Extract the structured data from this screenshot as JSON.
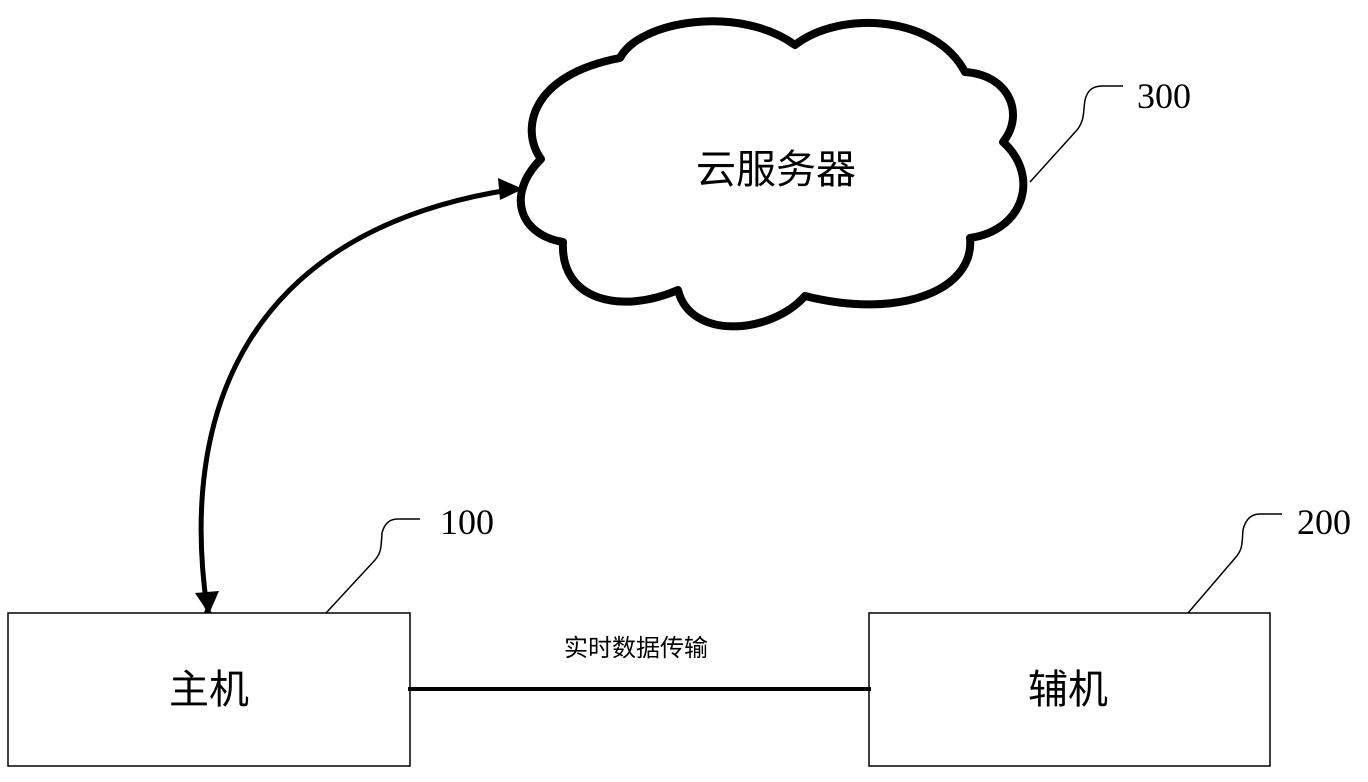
{
  "diagram": {
    "nodes": {
      "cloud": {
        "label": "云服务器",
        "ref": "300",
        "shape": "cloud"
      },
      "host": {
        "label": "主机",
        "ref": "100",
        "shape": "rectangle"
      },
      "aux": {
        "label": "辅机",
        "ref": "200",
        "shape": "rectangle"
      }
    },
    "edges": [
      {
        "from": "host",
        "to": "cloud",
        "style": "bidirectional-arrow",
        "label": ""
      },
      {
        "from": "host",
        "to": "aux",
        "style": "line",
        "label": "实时数据传输"
      }
    ],
    "colors": {
      "stroke": "#000000",
      "background": "#ffffff"
    }
  }
}
